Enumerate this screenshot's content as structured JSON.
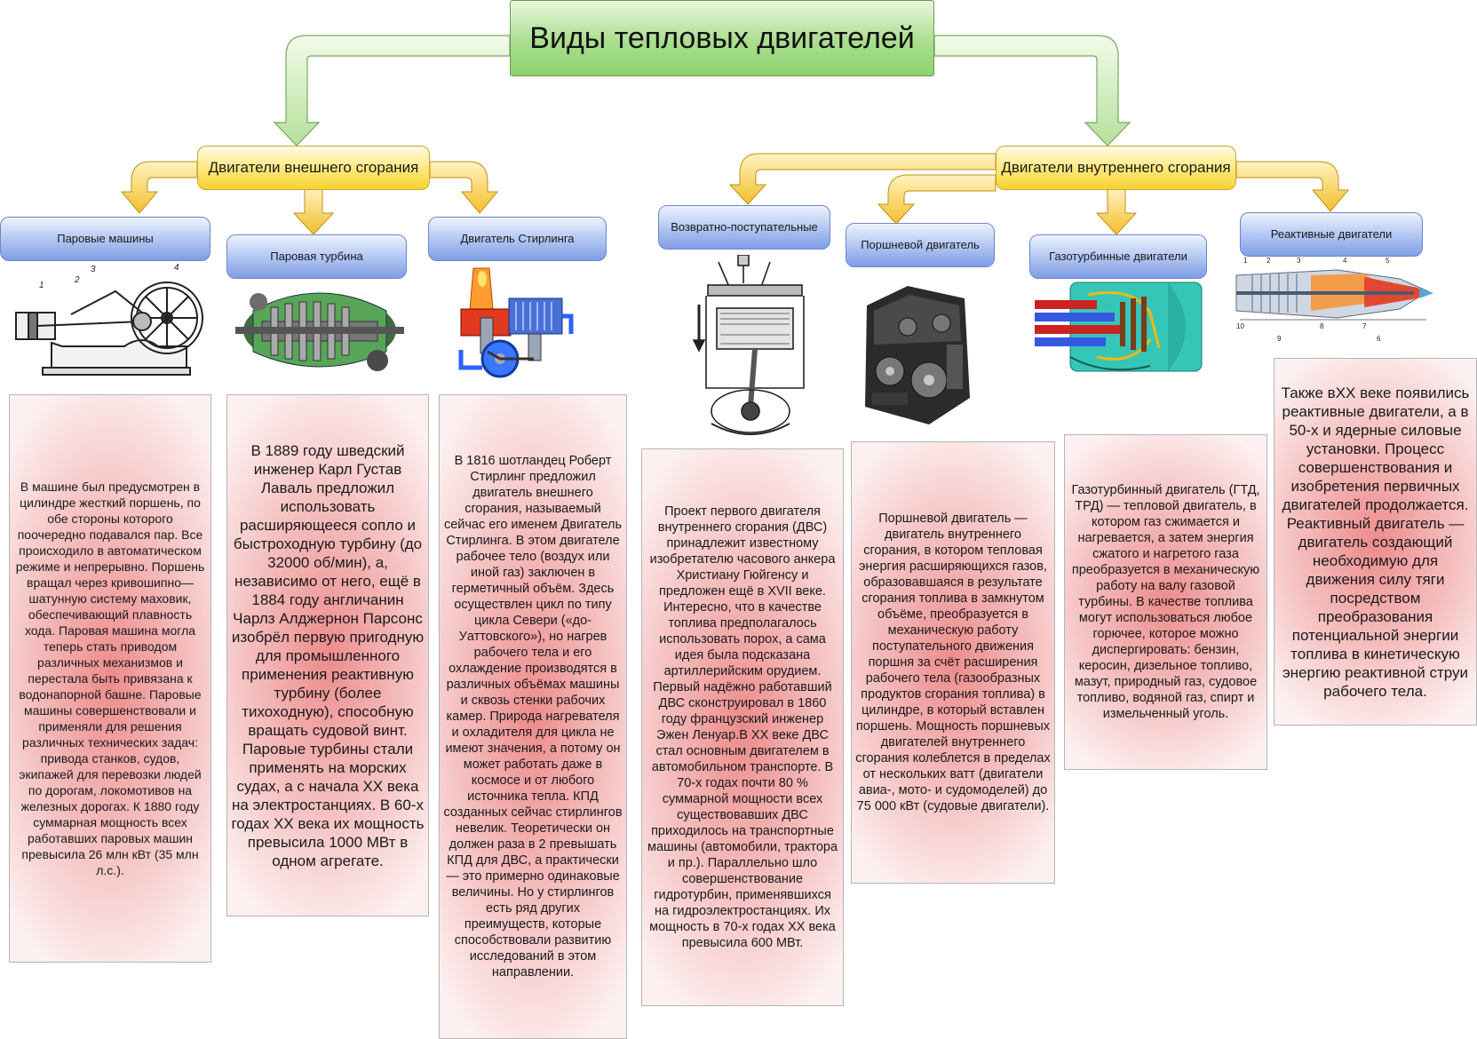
{
  "title": "Виды тепловых двигателей",
  "categories": {
    "external": "Двигатели внешнего сгорания",
    "internal": "Двигатели внутреннего сгорания"
  },
  "types": {
    "steam_machines": "Паровые машины",
    "steam_turbine": "Паровая турбина",
    "stirling": "Двигатель Стирлинга",
    "reciprocating": "Возвратно-поступательные",
    "piston": "Поршневой двигатель",
    "gas_turbine": "Газотурбинные двигатели",
    "jet": "Реактивные двигатели"
  },
  "descriptions": {
    "steam_machines": "В машине был предусмотрен в цилиндре жесткий поршень, по обе стороны которого поочередно подавался пар. Все происходило в автоматическом режиме и непрерывно. Поршень вращал через кривошипно—шатунную систему маховик, обеспечивающий плавность хода. Паровая машина могла теперь стать приводом различных механизмов и перестала быть привязана к водонапорной башне. Паровые машины совершенствовали и применяли для решения различных технических задач: привода станков, судов, экипажей для перевозки людей по дорогам, локомотивов на железных дорогах. К 1880 году суммарная мощность всех работавших паровых машин превысила 26 млн кВт (35 млн л.с.).",
    "steam_turbine": "В 1889 году шведский инженер Карл Густав Лаваль предложил использовать расширяющееся сопло и быстроходную турбину (до 32000 об/мин), а, независимо от него, ещё в 1884 году англичанин Чарлз Алджернон Парсонс изобрёл первую пригодную для промышленного применения реактивную турбину (более тихоходную), способную вращать судовой винт. Паровые турбины стали применять на морских судах, а с начала XX века на электростанциях. В 60-х годах XX века их мощность превысила 1000 МВт в одном агрегате.",
    "stirling": "В 1816 шотландец Роберт Стирлинг предложил двигатель внешнего сгорания, называемый сейчас его именем Двигатель Стирлинга. В этом двигателе рабочее тело (воздух или иной газ) заключен в герметичный объём. Здесь осуществлен цикл по типу цикла Севери («до-Уаттовского»), но нагрев рабочего тела и его охлаждение производятся в различных объёмах машины и сквозь стенки рабочих камер. Природа нагревателя и охладителя для цикла не имеют значения, а потому он может работать даже в космосе и от любого источника тепла. КПД созданных сейчас стирлингов невелик. Теоретически он должен раза в 2 превышать КПД для ДВС, а практически — это примерно одинаковые величины. Но у стирлингов есть ряд других преимуществ, которые способствовали развитию исследований в этом направлении.",
    "reciprocating": "Проект первого двигателя внутреннего сгорания (ДВС) принадлежит известному изобретателю часового анкера Христиану Гюйгенсу и предложен ещё в XVII веке. Интересно, что в качестве топлива предполагалось использовать порох, а сама идея была подсказана артиллерийским орудием. Первый надёжно работавший ДВС сконструировал в 1860 году французский инженер Эжен Ленуар.В XX веке ДВС стал основным двигателем в автомобильном транспорте. В 70-х годах почти 80 % суммарной мощности всех существовавших ДВС приходилось на транспортные машины (автомобили, трактора и пр.). Параллельно шло совершенствование гидротурбин, применявшихся на гидроэлектростанциях. Их мощность в 70-х годах XX века превысила 600 МВт.",
    "piston": "Поршневой двигатель — двигатель внутреннего сгорания, в котором тепловая энергия расширяющихся газов, образовавшаяся в результате сгорания топлива в замкнутом объёме, преобразуется в механическую работу поступательного движения поршня за счёт расширения рабочего тела (газообразных продуктов сгорания топлива) в цилиндре, в который вставлен поршень. Мощность поршневых двигателей внутреннего сгорания колеблется в пределах от нескольких ватт (двигатели авиа-, мото- и судомоделей) до 75 000 кВт (судовые двигатели).",
    "gas_turbine": "Газотурбинный двигатель (ГТД, ТРД) — тепловой двигатель, в котором газ сжимается и нагревается, а затем энергия сжатого и нагретого газа преобразуется в механическую работу на валу газовой турбины. В качестве топлива могут использоваться любое горючее, которое можно диспергировать: бензин, керосин, дизельное топливо, мазут, природный газ, судовое топливо, водяной газ, спирт и измельченный уголь.",
    "jet": "Также вXX веке появились реактивные двигатели, а в 50-х и ядерные силовые установки. Процесс совершенствования и изобретения первичных двигателей продолжается. Реактивный двигатель — двигатель создающий необходимую для движения силу тяги посредством преобразования потенциальной энергии топлива в кинетическую энергию реактивной струи рабочего тела."
  },
  "figure_labels": {
    "steam_machine": [
      "1",
      "2",
      "3",
      "4"
    ],
    "jet_top": [
      "1",
      "2",
      "3",
      "4",
      "5"
    ],
    "jet_bottom": [
      "10",
      "9",
      "8",
      "7",
      "6"
    ]
  },
  "colors": {
    "title_green": "#9fd985",
    "category_yellow": "#f7d94a",
    "type_blue": "#9db6ee",
    "text_red": "#ed8c8c",
    "arrow_green": "#c5e8b0",
    "arrow_yellow": "#f5c83a"
  }
}
